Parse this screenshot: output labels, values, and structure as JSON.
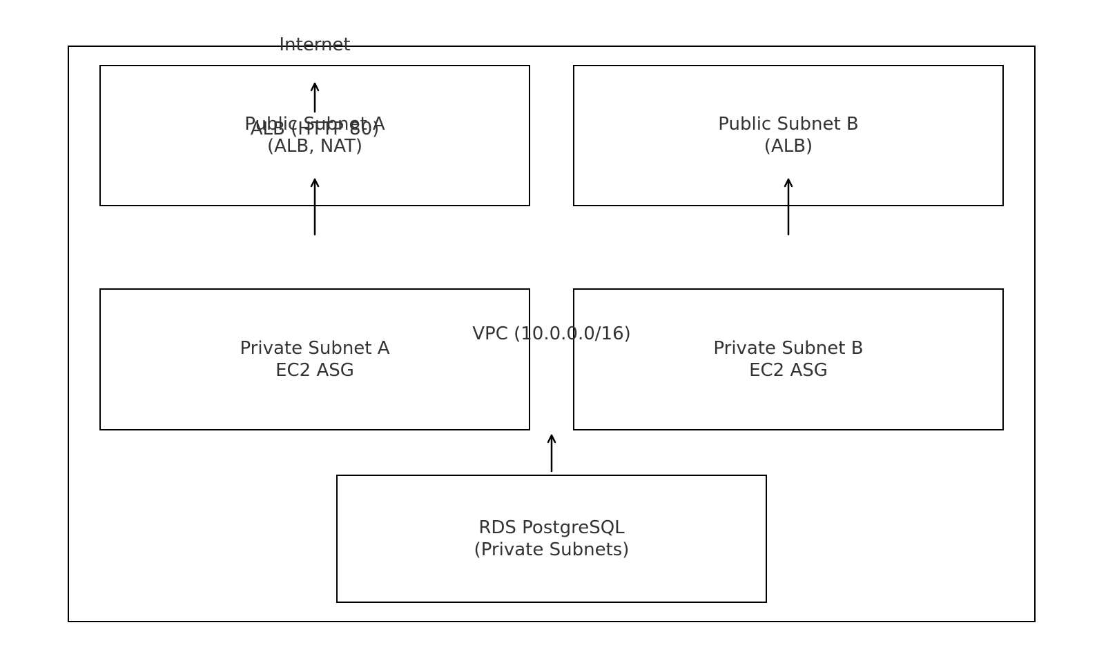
{
  "diagram": {
    "vpc": {
      "label": "VPC (10.0.0.0/16)"
    },
    "internet": {
      "label": "Internet"
    },
    "alb": {
      "label": "ALB (HTTP 80)"
    },
    "public_subnet_a": {
      "line1": "Public Subnet A",
      "line2": "(ALB, NAT)"
    },
    "public_subnet_b": {
      "line1": "Public Subnet B",
      "line2": "(ALB)"
    },
    "private_subnet_a": {
      "line1": "Private Subnet A",
      "line2": "EC2 ASG"
    },
    "private_subnet_b": {
      "line1": "Private Subnet B",
      "line2": "EC2 ASG"
    },
    "rds": {
      "line1": "RDS PostgreSQL",
      "line2": "(Private Subnets)"
    },
    "colors": {
      "stroke": "#000000",
      "text": "#333333",
      "background": "#ffffff"
    }
  }
}
